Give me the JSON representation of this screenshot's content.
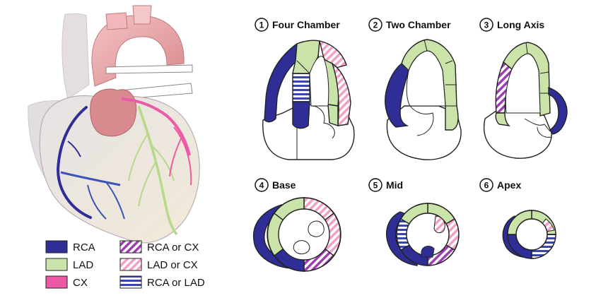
{
  "colors": {
    "rca": "#2e2e96",
    "lad": "#c9e3a9",
    "cx": "#ec5aa5",
    "rca_or_cx_stripe": "#9b3fb0",
    "lad_or_cx_stripe": "#f2a0c6",
    "rca_or_lad_stripe": "#3a47a8",
    "outline": "#222222"
  },
  "views": [
    {
      "number": "1",
      "title": "Four Chamber"
    },
    {
      "number": "2",
      "title": "Two Chamber"
    },
    {
      "number": "3",
      "title": "Long Axis"
    },
    {
      "number": "4",
      "title": "Base"
    },
    {
      "number": "5",
      "title": "Mid"
    },
    {
      "number": "6",
      "title": "Apex"
    }
  ],
  "legend": [
    {
      "label": "RCA",
      "pattern": "solid-rca"
    },
    {
      "label": "LAD",
      "pattern": "solid-lad"
    },
    {
      "label": "CX",
      "pattern": "solid-cx"
    },
    {
      "label": "RCA or CX",
      "pattern": "diagonal-purple"
    },
    {
      "label": "LAD or CX",
      "pattern": "diagonal-pink"
    },
    {
      "label": "RCA or LAD",
      "pattern": "horizontal-blue"
    }
  ]
}
